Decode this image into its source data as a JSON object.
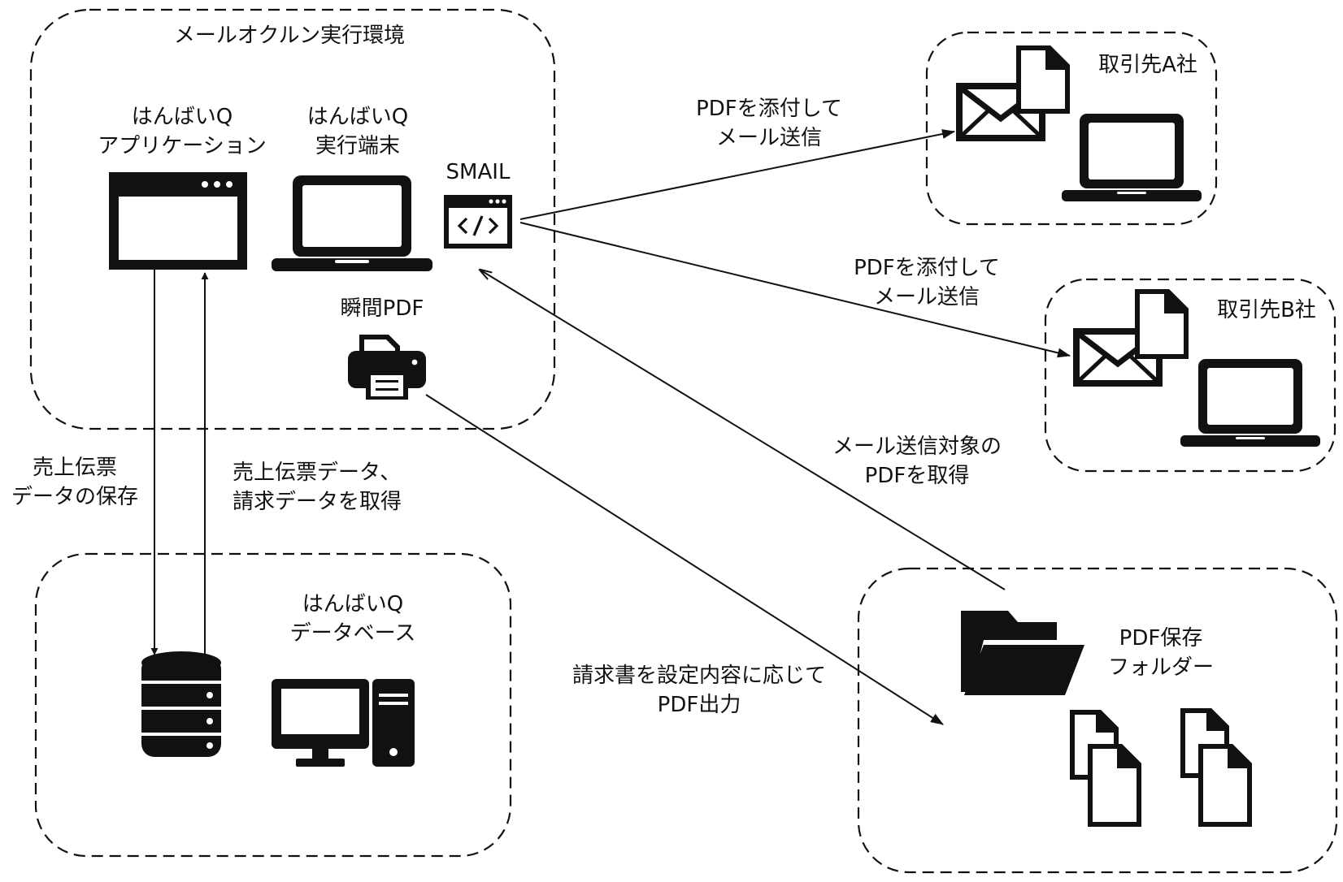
{
  "groups": {
    "mail_env": {
      "title": "メールオクルン実行環境"
    },
    "partner_a": {
      "title": "取引先A社"
    },
    "partner_b": {
      "title": "取引先B社"
    },
    "database_env": {
      "title": ""
    },
    "pdf_folder_env": {
      "title": ""
    }
  },
  "nodes": {
    "app": {
      "line1": "はんばいQ",
      "line2": "アプリケーション"
    },
    "terminal": {
      "line1": "はんばいQ",
      "line2": "実行端末"
    },
    "smail": {
      "label": "SMAIL"
    },
    "shunkan_pdf": {
      "label": "瞬間PDF"
    },
    "database": {
      "line1": "はんばいQ",
      "line2": "データベース"
    },
    "pdf_folder": {
      "line1": "PDF保存",
      "line2": "フォルダー"
    }
  },
  "edges": {
    "save": {
      "line1": "売上伝票",
      "line2": "データの保存"
    },
    "fetch": {
      "line1": "売上伝票データ、",
      "line2": "請求データを取得"
    },
    "send_a": {
      "line1": "PDFを添付して",
      "line2": "メール送信"
    },
    "send_b": {
      "line1": "PDFを添付して",
      "line2": "メール送信"
    },
    "get_pdf": {
      "line1": "メール送信対象の",
      "line2": "PDFを取得"
    },
    "output_pdf": {
      "line1": "請求書を設定内容に応じて",
      "line2": "PDF出力"
    }
  },
  "icons": {
    "app": "browser-window-icon",
    "terminal": "laptop-icon",
    "smail": "code-window-icon",
    "shunkan_pdf": "printer-icon",
    "database": "database-icon",
    "desktop": "desktop-computer-icon",
    "folder": "open-folder-icon",
    "mail": "envelope-icon",
    "document": "document-icon"
  }
}
